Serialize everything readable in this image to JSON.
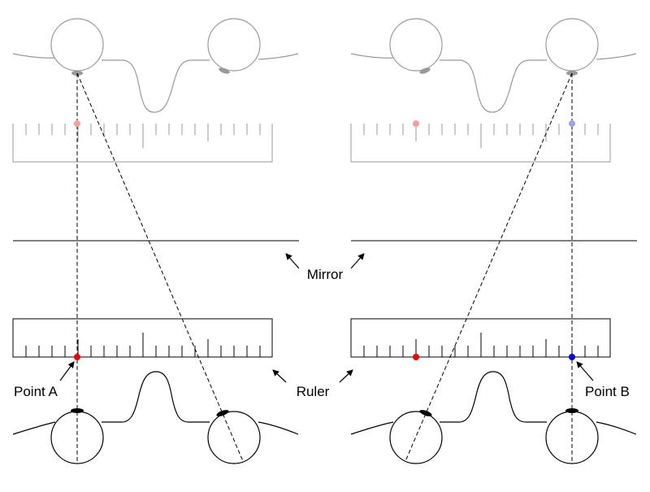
{
  "labels": {
    "mirror": "Mirror",
    "ruler": "Ruler",
    "point_a": "Point A",
    "point_b": "Point B"
  },
  "colors": {
    "reflection_stroke": "#999999",
    "real_stroke": "#000000",
    "point_a": "#ee0000",
    "point_b": "#0000dd",
    "point_a_reflection": "#f4a0a0",
    "point_b_reflection": "#a0a0f0"
  },
  "panels": [
    "left",
    "right"
  ]
}
